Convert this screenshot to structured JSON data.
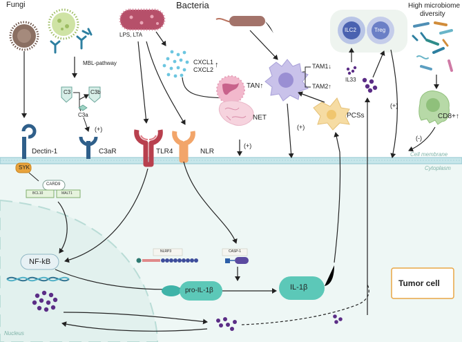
{
  "labels": {
    "fungi": "Fungi",
    "bacteria": "Bacteria",
    "high_microbiome": "High microbiome",
    "diversity": "diversity",
    "lps_lta": "LPS,  LTA",
    "mbl_pathway": "MBL-pathway",
    "c3": "C3",
    "c3b": "C3b",
    "c3a": "C3a",
    "plus": "(+)",
    "minus": "(-)",
    "cxcl1": "CXCL1",
    "cxcl2": "CXCL2",
    "up_arrow": "↑",
    "tan": "TAN↑",
    "net": "NET",
    "tam1": "TAM1↓",
    "tam2": "TAM2↑",
    "ilc2": "ILC2",
    "treg": "Treg",
    "il33": "IL33",
    "pcss": "PCSs",
    "cd8": "CD8+↑",
    "cell_membrane": "Cell membrane",
    "cytoplasm": "Cytoplasm",
    "dectin1": "Dectin-1",
    "c3ar": "C3aR",
    "tlr4": "TLR4",
    "nlr": "NLR",
    "syk": "SYK",
    "card9": "CARD9",
    "bcl10": "BCL10",
    "malt1": "MALT1",
    "nfkb": "NF-kB",
    "nlrp3": "NLRP3",
    "casp1": "CASP-1",
    "pro_il1b": "pro-IL-1β",
    "il1b": "IL-1β",
    "tumor_cell": "Tumor cell",
    "nucleus": "Nucleus"
  },
  "colors": {
    "membrane": "#c7e6ea",
    "cytoplasm": "#eef7f5",
    "il1b": "#5cc8b8",
    "syk": "#e8a33c",
    "tlr4": "#b8404e",
    "nlr": "#f2a56a",
    "dectin": "#2f5f8a",
    "tumor_border": "#e9a544",
    "particles": "#5b2d86"
  }
}
